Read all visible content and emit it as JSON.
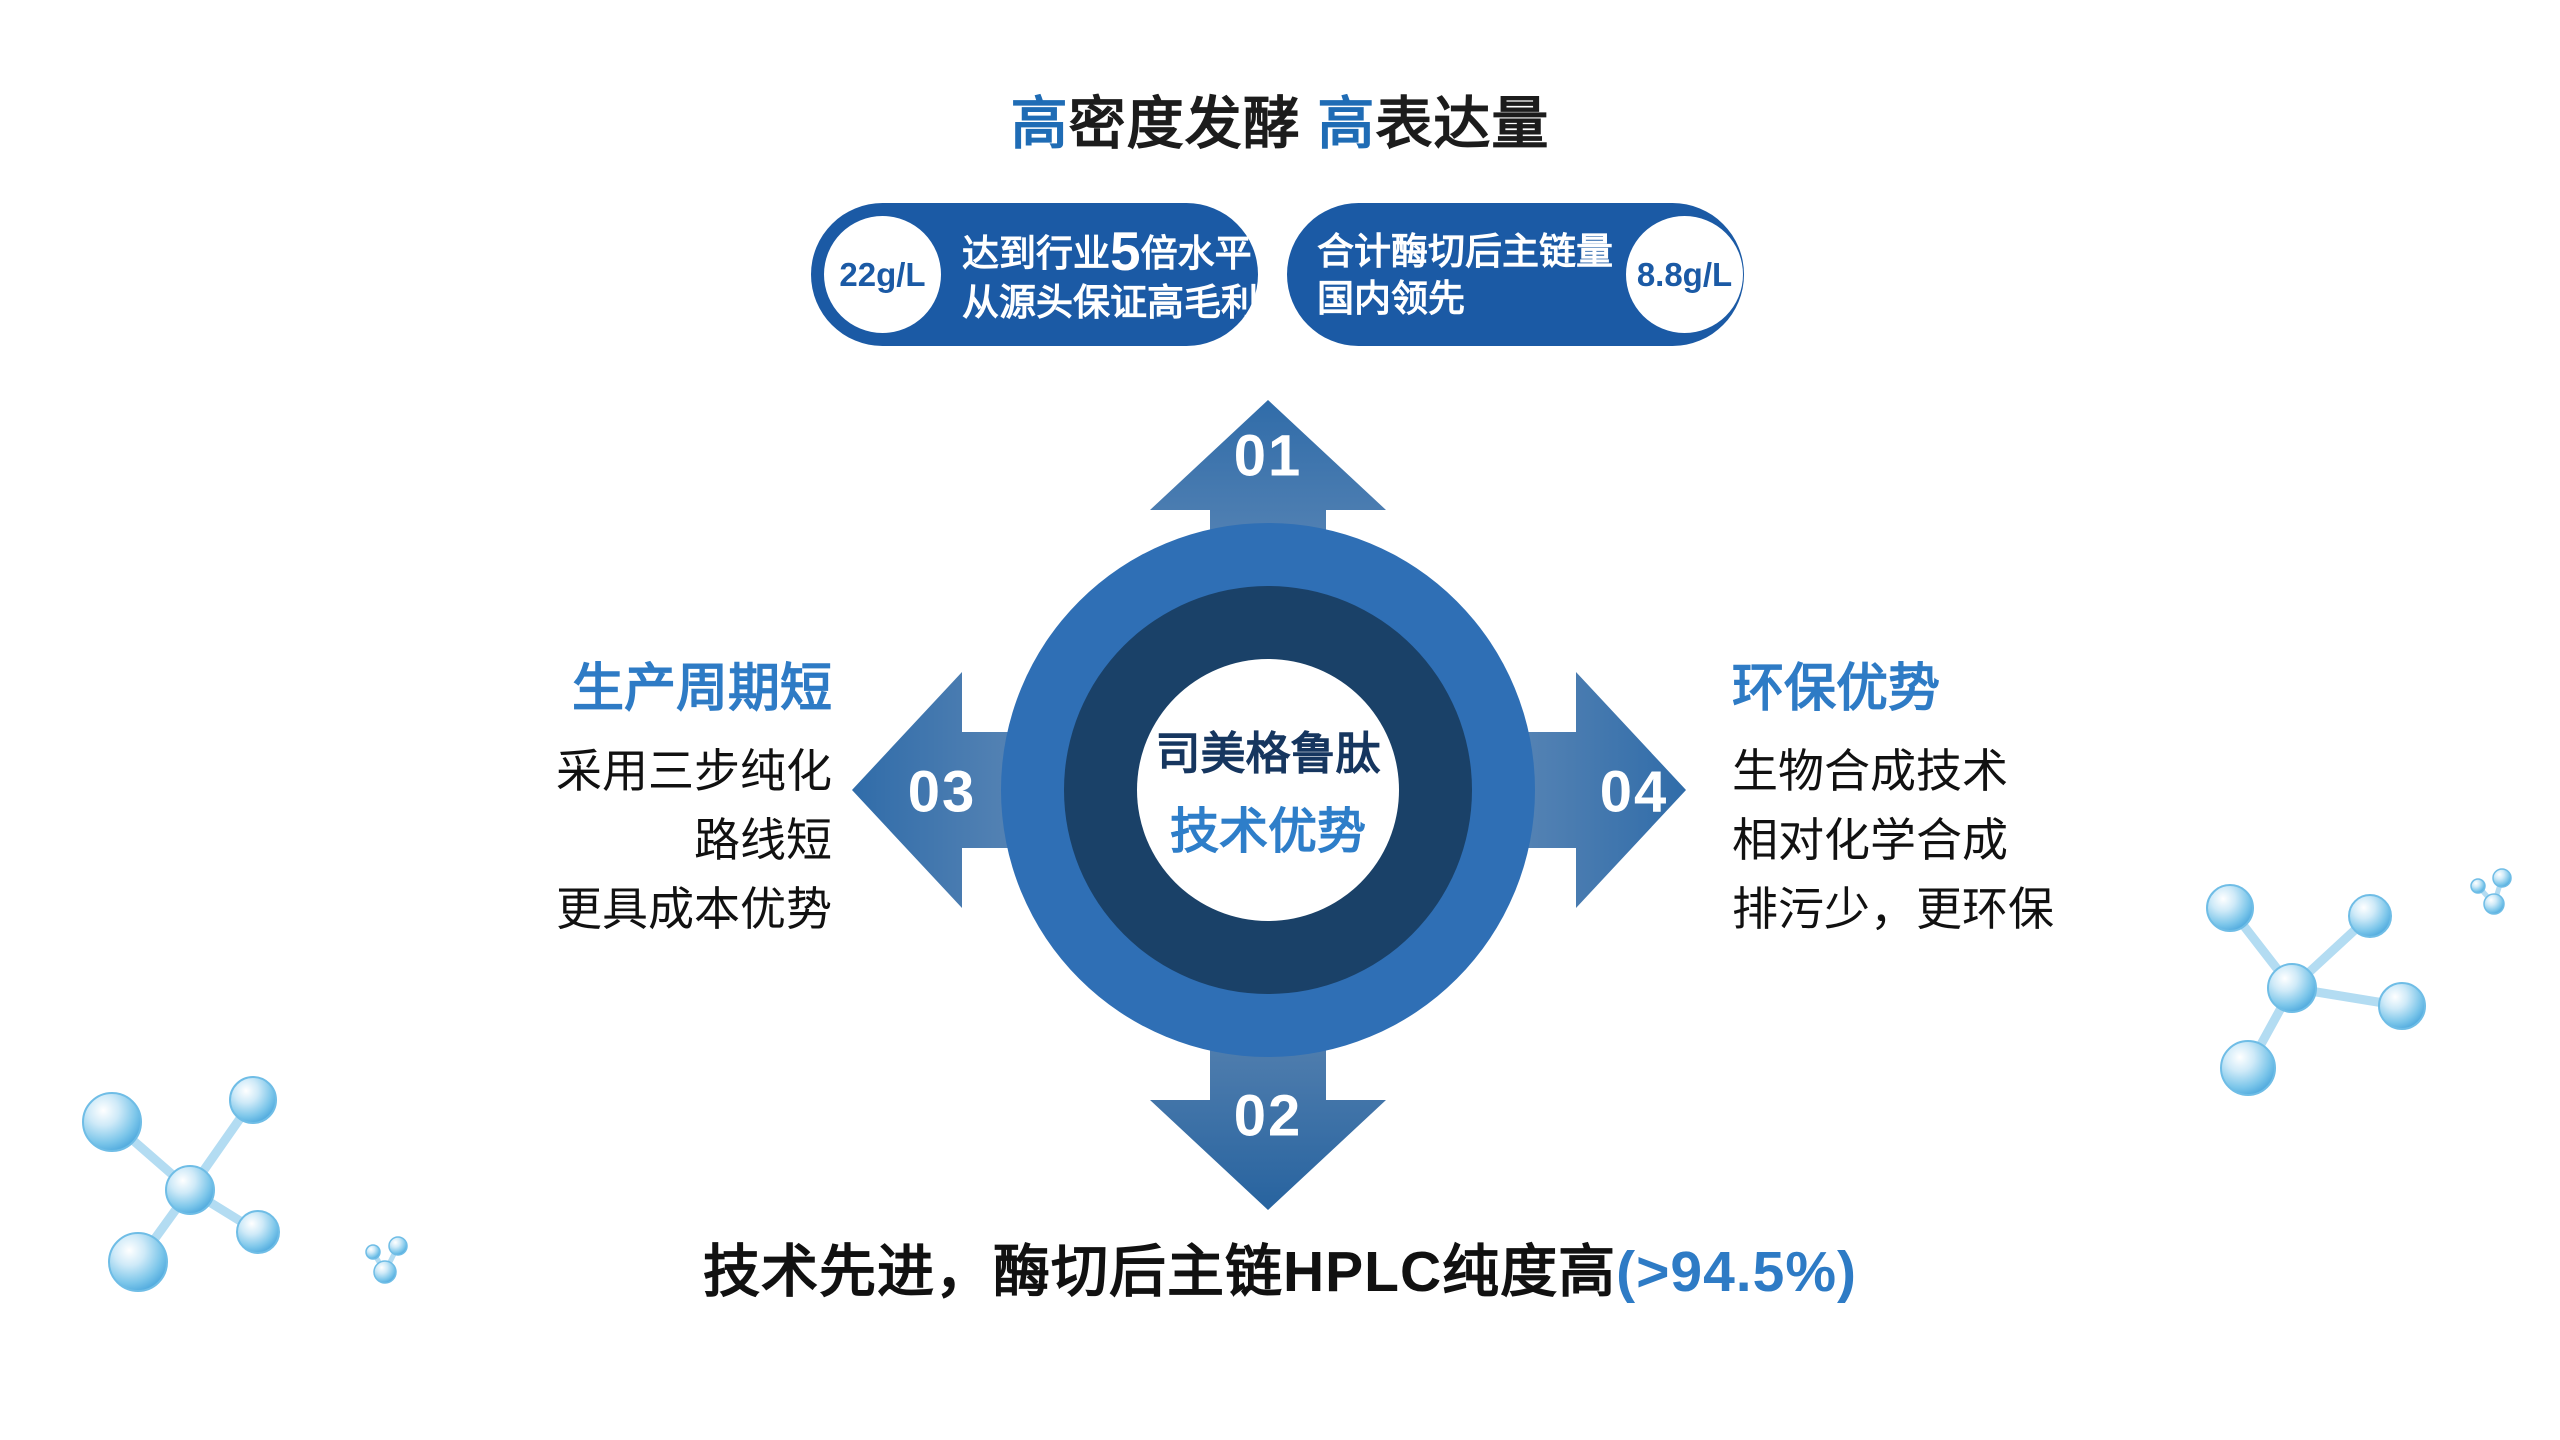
{
  "title": {
    "segments": [
      {
        "text": "高"
      },
      {
        "text": "密度发酵 "
      },
      {
        "text": "高"
      },
      {
        "text": "表达量"
      }
    ]
  },
  "badges": {
    "left": {
      "value": "22g/L",
      "line1_prefix": "达到行业",
      "line1_big": "5",
      "line1_suffix": "倍水平",
      "line2": "从源头保证高毛利"
    },
    "right": {
      "line1": "合计酶切后主链量",
      "line2": "国内领先",
      "value": "8.8g/L"
    }
  },
  "center": {
    "line1": "司美格鲁肽",
    "line2": "技术优势"
  },
  "arrows": {
    "up": {
      "label": "01"
    },
    "down": {
      "label": "02"
    },
    "left": {
      "label": "03"
    },
    "right": {
      "label": "04"
    }
  },
  "left_block": {
    "heading": "生产周期短",
    "lines": [
      "采用三步纯化",
      "路线短",
      "更具成本优势"
    ]
  },
  "right_block": {
    "heading": "环保优势",
    "lines": [
      "生物合成技术",
      "相对化学合成",
      "排污少，更环保"
    ]
  },
  "footer": {
    "text": "技术先进，酶切后主链HPLC纯度高",
    "highlight": "(>94.5%)"
  },
  "colors": {
    "accent_blue": "#2E7BC5",
    "title_blue": "#1F6CB5",
    "badge_blue": "#1B5AA5",
    "ring_outer": "#2F6FB5",
    "ring_inner": "#1A4168",
    "navy_text": "#16365F",
    "arrow_tip": "#306CA9",
    "molecule_blue": "#57B8E8"
  }
}
